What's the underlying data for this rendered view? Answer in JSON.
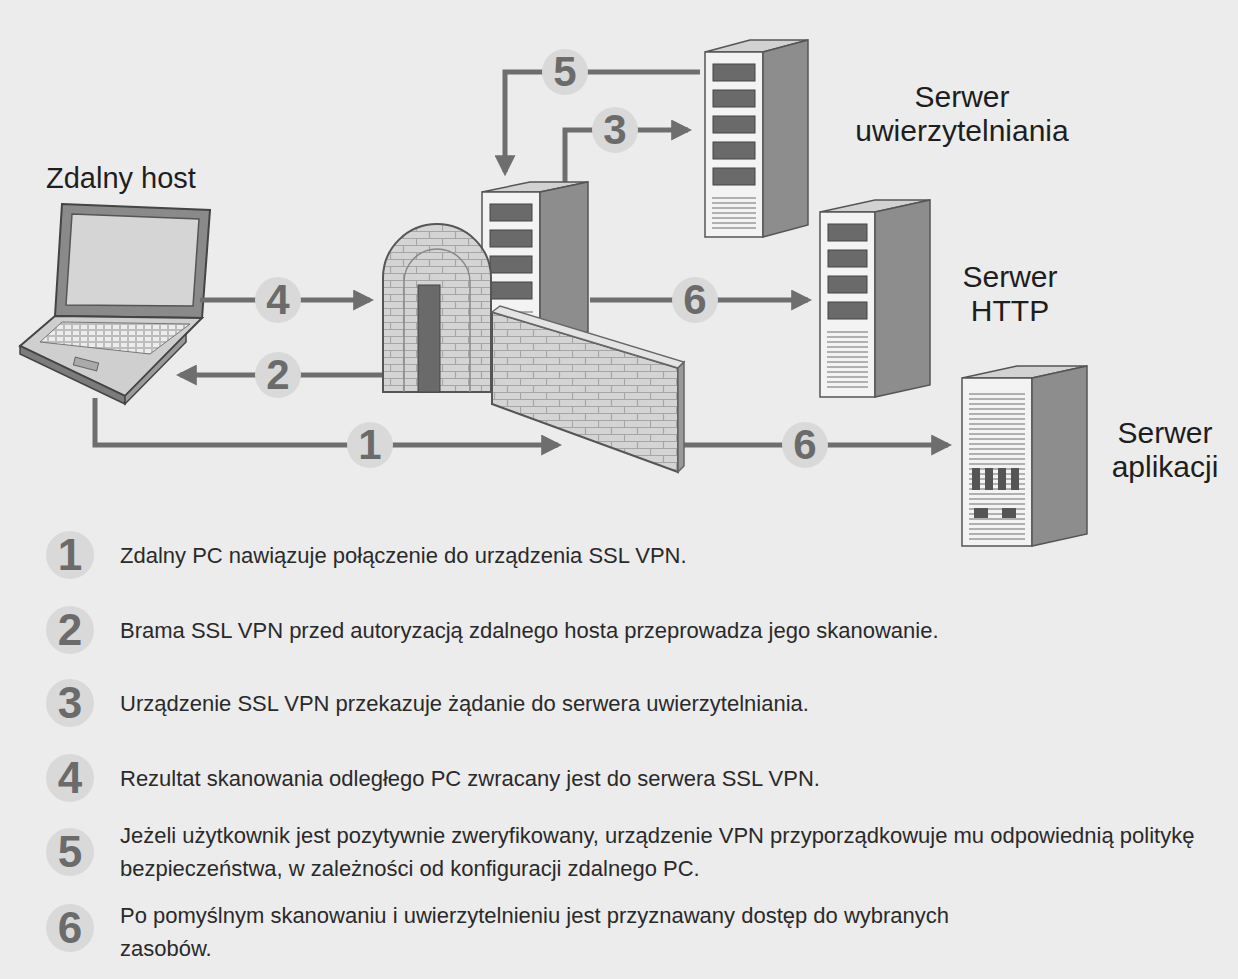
{
  "diagram": {
    "nodes": [
      {
        "text": [
          "Zdalny host"
        ]
      },
      {
        "text": [
          "Serwer uwierzytelniania"
        ]
      },
      {
        "text": [
          "Serwer HTTP"
        ]
      },
      {
        "text": [
          "Serwer aplikacji"
        ]
      }
    ],
    "labels": [
      "5",
      "3",
      "4",
      "2",
      "1",
      "6",
      "6",
      "1",
      "Zdalny PC nawiązuje połączenie do urządzenia SSL VPN.",
      "2",
      "Brama SSL VPN przed autoryzacją zdalnego hosta przeprowadza jego skanowanie.",
      "3",
      "Urządzenie SSL VPN przekazuje żądanie do serwera uwierzytelniania.",
      "4",
      "Rezultat skanowania odległego PC zwracany jest do serwera SSL VPN.",
      "5",
      "Jeżeli użytkownik jest pozytywnie zweryfikowany, urządzenie VPN przyporządkowuje mu odpowiednią politykę bezpieczeństwa, w zależności od konfiguracji zdalnego PC.",
      "6",
      "Po pomyślnym skanowaniu i uwierzytelnieniu jest przyznawany dostęp do wybranych zasobów."
    ]
  }
}
